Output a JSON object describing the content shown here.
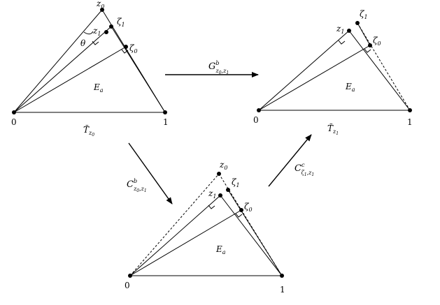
{
  "panels": {
    "top_left": {
      "z0": "z",
      "z0_sub": "0",
      "z1": "z",
      "z1_sub": "1",
      "zeta1": "ζ",
      "zeta1_sub": "1",
      "zeta0": "ζ",
      "zeta0_sub": "0",
      "theta": "θ",
      "region": "E",
      "region_sub": "a",
      "origin": "0",
      "one": "1",
      "base": "T̃",
      "base_sub": "z",
      "base_subsub": "0"
    },
    "top_right": {
      "zeta1": "ζ",
      "zeta1_sub": "1",
      "z1": "z",
      "z1_sub": "1",
      "zeta0": "ζ",
      "zeta0_sub": "0",
      "region": "E",
      "region_sub": "a",
      "origin": "0",
      "one": "1",
      "base": "T̃",
      "base_sub": "z",
      "base_subsub": "1"
    },
    "bottom": {
      "z0": "z",
      "z0_sub": "0",
      "zeta1": "ζ",
      "zeta1_sub": "1",
      "z1": "z",
      "z1_sub": "1",
      "zeta0": "ζ",
      "zeta0_sub": "0",
      "region": "E",
      "region_sub": "a",
      "origin": "0",
      "one": "1"
    }
  },
  "maps": {
    "G": {
      "main": "G",
      "sup": "b",
      "sub": "z",
      "sub_a": "0",
      "sub_b": ",z",
      "sub_c": "1"
    },
    "C_left": {
      "main": "C",
      "sup": "b",
      "sub": "z",
      "sub_a": "0",
      "sub_b": ",z",
      "sub_c": "1"
    },
    "C_right": {
      "main": "C",
      "sup": "c",
      "sub": "ζ",
      "sub_a": "1",
      "sub_b": ",z",
      "sub_c": "1"
    }
  }
}
